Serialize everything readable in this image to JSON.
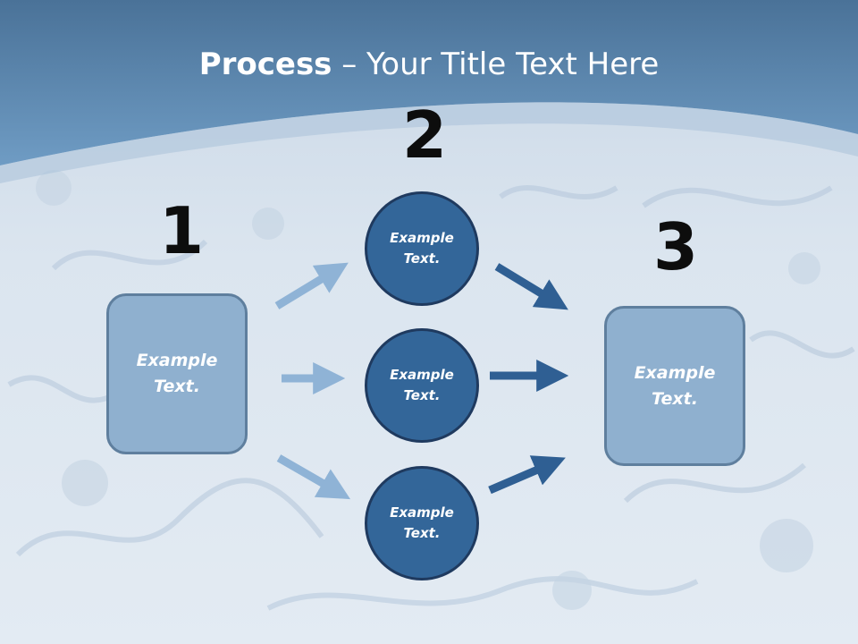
{
  "title": {
    "bold": "Process",
    "rest": " – Your Title Text Here"
  },
  "steps": [
    {
      "number": "1",
      "text_line1": "Example",
      "text_line2": "Text."
    },
    {
      "number": "2",
      "items": [
        {
          "text_line1": "Example",
          "text_line2": "Text."
        },
        {
          "text_line1": "Example",
          "text_line2": "Text."
        },
        {
          "text_line1": "Example",
          "text_line2": "Text."
        }
      ]
    },
    {
      "number": "3",
      "text_line1": "Example",
      "text_line2": "Text."
    }
  ],
  "colors": {
    "header": "#4f7aa3",
    "box": "#8fb0cf",
    "circle": "#336699",
    "arrow_light": "#8fb3d6",
    "arrow_dark": "#2f5f93"
  }
}
